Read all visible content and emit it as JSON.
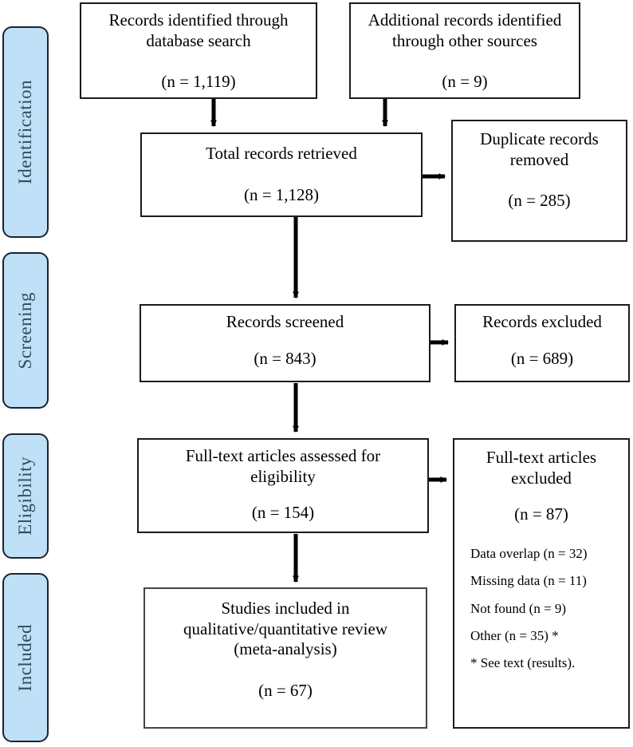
{
  "figure": {
    "type": "prisma-flow-diagram"
  },
  "stages": [
    {
      "label": "Identification"
    },
    {
      "label": "Screening"
    },
    {
      "label": "Eligibility"
    },
    {
      "label": "Included"
    }
  ],
  "nodes": {
    "records_identified": {
      "title": "Records identified through\ndatabase search",
      "count": "(n = 1,119)"
    },
    "additional_records": {
      "title": "Additional records identified\nthrough other sources",
      "count": "(n = 9)"
    },
    "total_retrieved": {
      "title": "Total records retrieved",
      "count": "(n = 1,128)"
    },
    "duplicates_removed": {
      "title": "Duplicate records\nremoved",
      "count": "(n = 285)"
    },
    "records_screened": {
      "title": "Records screened",
      "count": "(n = 843)"
    },
    "records_excluded": {
      "title": "Records excluded",
      "count": "(n = 689)"
    },
    "fulltext_assessed": {
      "title": "Full-text articles assessed for\neligibility",
      "count": "(n = 154)"
    },
    "fulltext_excluded": {
      "title": "Full-text articles\nexcluded",
      "count": "(n = 87)",
      "reasons": [
        "Data overlap (n = 32)",
        "Missing data (n = 11)",
        "Not found (n = 9)",
        "Other (n = 35) *",
        "* See text (results)."
      ]
    },
    "studies_included": {
      "title": "Studies included in\nqualitative/quantitative review\n(meta-analysis)",
      "count": "(n = 67)"
    }
  },
  "colors": {
    "stage_fill": "#bfe0f6",
    "stage_border": "#1b2430",
    "stage_text": "#2e4a63",
    "node_border": "#1b1b1b",
    "node_fill": "#ffffff",
    "connector": "#000000"
  }
}
